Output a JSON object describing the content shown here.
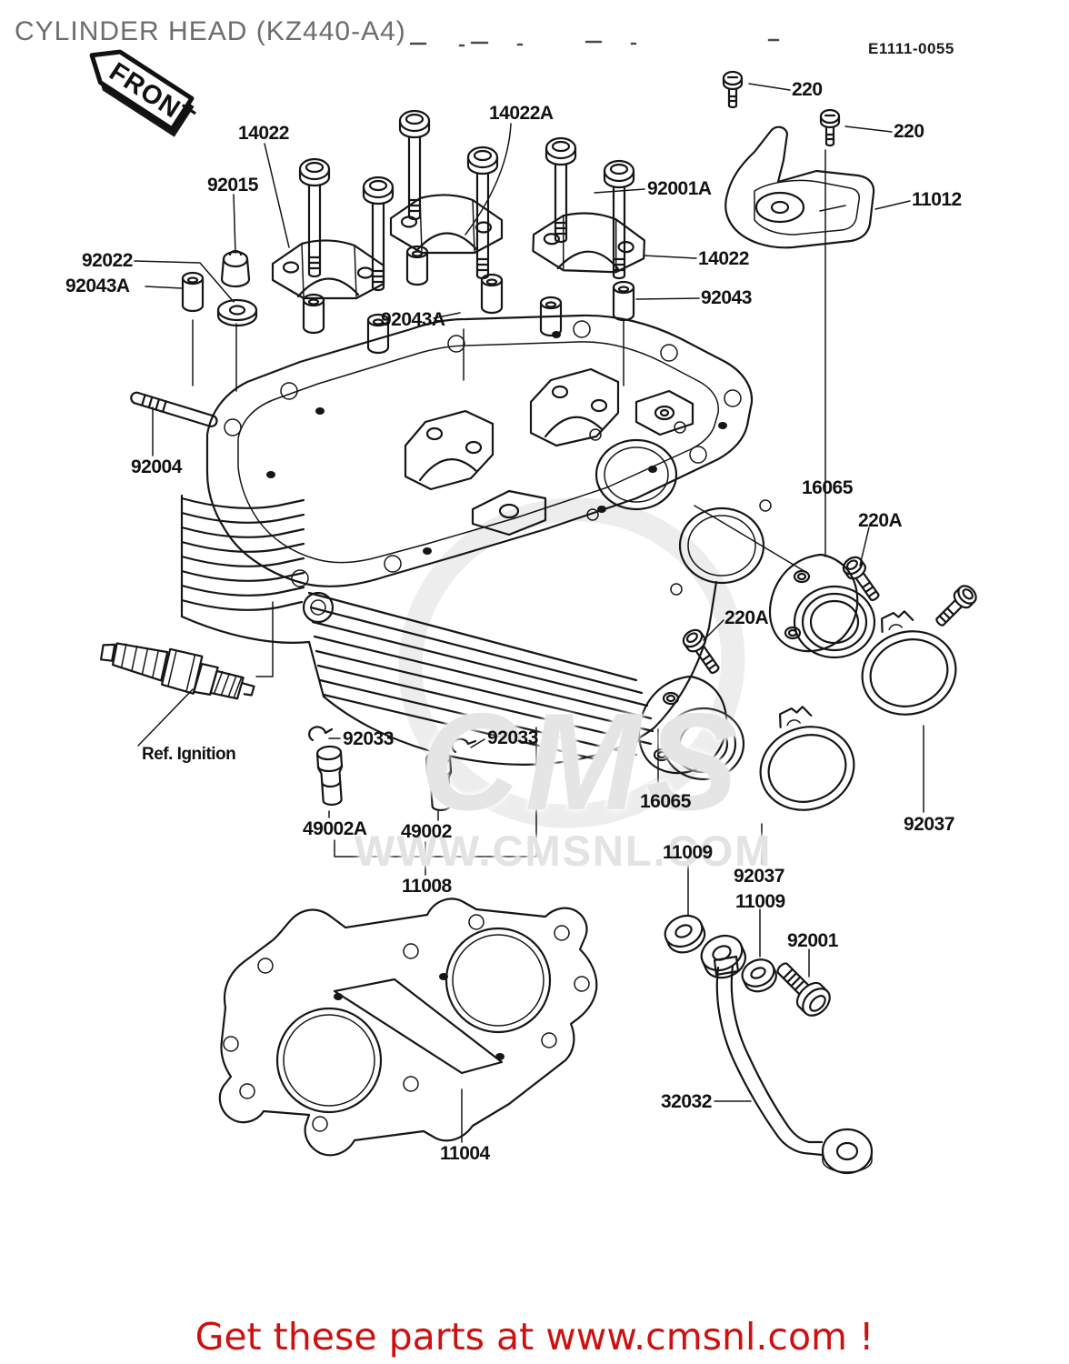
{
  "header": {
    "title": "CYLINDER HEAD (KZ440-A4)",
    "diagram_code": "E1111-0055",
    "front_badge": "FRONT"
  },
  "watermark": {
    "logo_text": "CMS",
    "site_text": "WWW.CMSNL.COM"
  },
  "footer": {
    "promo_text": "Get these parts at www.cmsnl.com !"
  },
  "labels": [
    {
      "text": "14022"
    },
    {
      "text": "92015"
    },
    {
      "text": "14022A"
    },
    {
      "text": "92001A"
    },
    {
      "text": "220"
    },
    {
      "text": "220"
    },
    {
      "text": "11012"
    },
    {
      "text": "92022"
    },
    {
      "text": "92043A"
    },
    {
      "text": "14022"
    },
    {
      "text": "92043"
    },
    {
      "text": "92043A"
    },
    {
      "text": "92004"
    },
    {
      "text": "16065"
    },
    {
      "text": "220A"
    },
    {
      "text": "220A"
    },
    {
      "text": "Ref.  Ignition"
    },
    {
      "text": "92033"
    },
    {
      "text": "92033"
    },
    {
      "text": "49002A"
    },
    {
      "text": "49002"
    },
    {
      "text": "16065"
    },
    {
      "text": "92037"
    },
    {
      "text": "11008"
    },
    {
      "text": "11009"
    },
    {
      "text": "92037"
    },
    {
      "text": "11009"
    },
    {
      "text": "92001"
    },
    {
      "text": "32032"
    },
    {
      "text": "11004"
    }
  ]
}
